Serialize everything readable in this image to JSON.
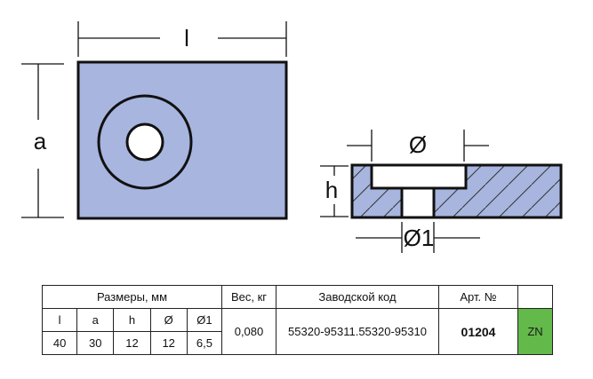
{
  "drawing": {
    "labels": {
      "length": "l",
      "width": "a",
      "height": "h",
      "diameter": "Ø",
      "diameter1": "Ø1"
    },
    "colors": {
      "fill": "#a7b5df",
      "outline": "#111111",
      "hole": "#ffffff"
    }
  },
  "table": {
    "dimensions_header": "Размеры, мм",
    "weight_header": "Вес, кг",
    "factory_code_header": "Заводской код",
    "article_header": "Арт. №",
    "col_l": "l",
    "col_a": "a",
    "col_h": "h",
    "col_d": "Ø",
    "col_d1": "Ø1",
    "val_l": "40",
    "val_a": "30",
    "val_h": "12",
    "val_d": "12",
    "val_d1": "6,5",
    "weight": "0,080",
    "factory_code": "55320-95311.55320-95310",
    "article": "01204",
    "material": "ZN",
    "material_color": "#63b94a"
  }
}
